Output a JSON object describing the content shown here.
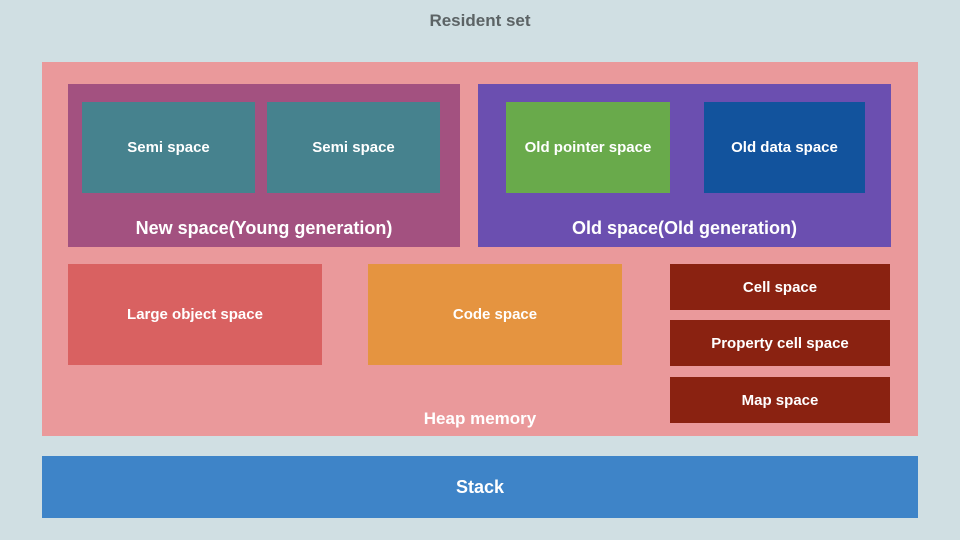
{
  "page": {
    "background": "#d0dfe3"
  },
  "title": {
    "text": "Resident set",
    "color": "#5c6365"
  },
  "heap": {
    "label": "Heap memory",
    "color": "#ea999b",
    "new_space": {
      "label": "New space(Young generation)",
      "color": "#a35180",
      "semi_spaces": [
        {
          "label": "Semi space",
          "color": "#46828e"
        },
        {
          "label": "Semi space",
          "color": "#46828e"
        }
      ]
    },
    "old_space": {
      "label": "Old space(Old generation)",
      "color": "#6b4fb0",
      "old_pointer_space": {
        "label": "Old pointer space",
        "color": "#69aa4b"
      },
      "old_data_space": {
        "label": "Old data space",
        "color": "#12539d"
      }
    },
    "large_object_space": {
      "label": "Large object space",
      "color": "#d96161"
    },
    "code_space": {
      "label": "Code space",
      "color": "#e59440"
    },
    "cell_space": {
      "label": "Cell space",
      "color": "#8a2211"
    },
    "property_cell_space": {
      "label": "Property cell space",
      "color": "#8a2211"
    },
    "map_space": {
      "label": "Map space",
      "color": "#8a2211"
    }
  },
  "stack": {
    "label": "Stack",
    "color": "#3e84c8"
  },
  "label_text_color": "#ffffff"
}
